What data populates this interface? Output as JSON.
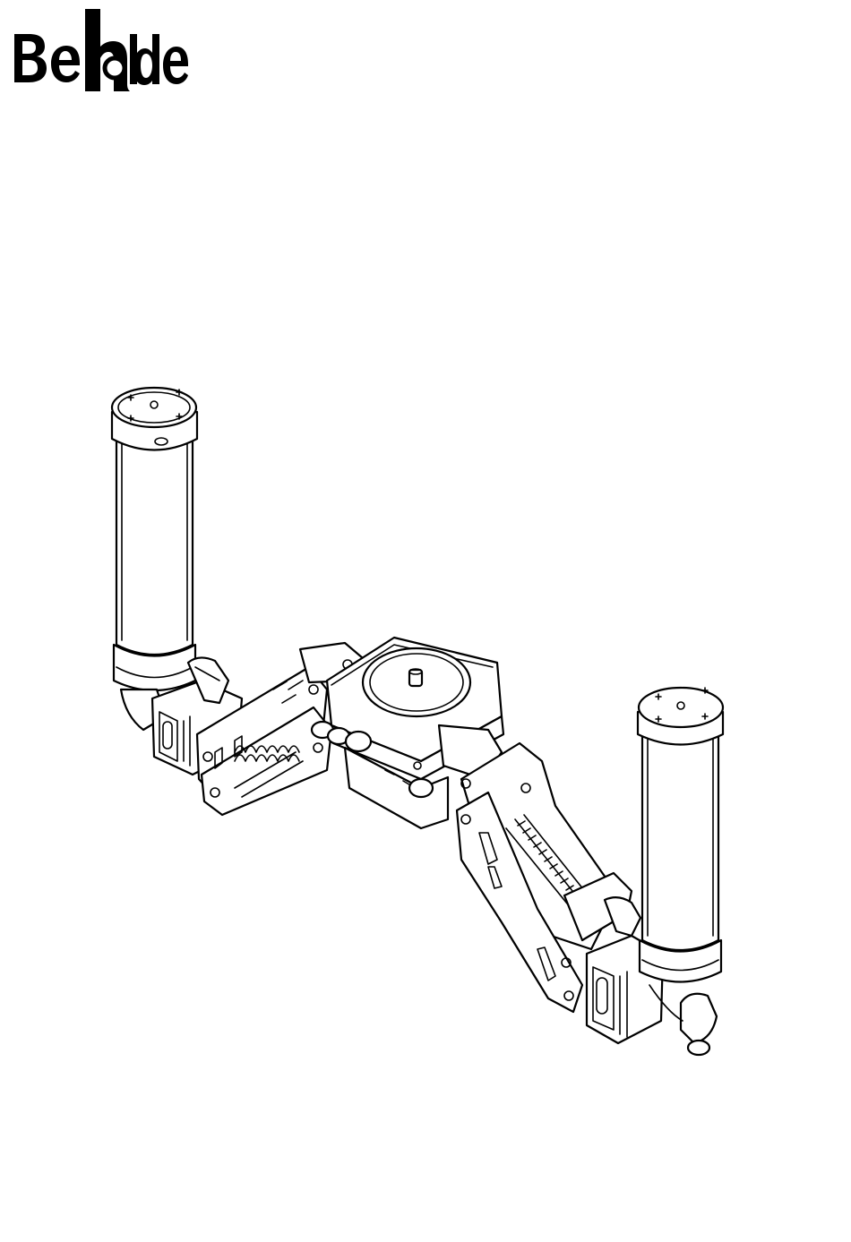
{
  "brand": {
    "logo_text": "Beholder",
    "logo_icon": "beholder-logo"
  },
  "illustration": {
    "icon": "dual-handle-gimbal-stabilizer-arm-drawing"
  },
  "colors": {
    "ink": "#000000",
    "paper": "#ffffff"
  }
}
